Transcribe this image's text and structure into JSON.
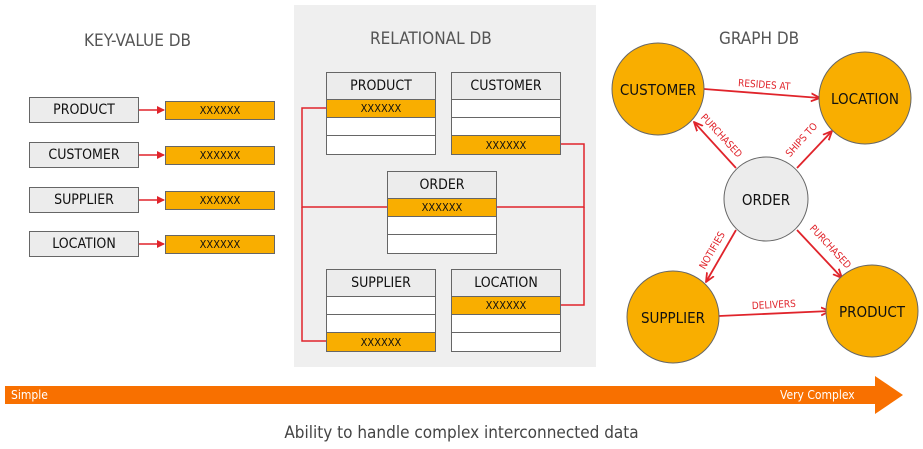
{
  "sections": {
    "key_value": {
      "title": "KEY-VALUE DB",
      "pairs": [
        {
          "key": "PRODUCT",
          "value": "XXXXXX"
        },
        {
          "key": "CUSTOMER",
          "value": "XXXXXX"
        },
        {
          "key": "SUPPLIER",
          "value": "XXXXXX"
        },
        {
          "key": "LOCATION",
          "value": "XXXXXX"
        }
      ]
    },
    "relational": {
      "title": "RELATIONAL DB",
      "tables": [
        {
          "name": "PRODUCT",
          "rows": [
            "XXXXXX",
            "",
            ""
          ],
          "highlight": 0
        },
        {
          "name": "CUSTOMER",
          "rows": [
            "",
            "",
            "XXXXXX"
          ],
          "highlight": 2
        },
        {
          "name": "ORDER",
          "rows": [
            "XXXXXX",
            "",
            ""
          ],
          "highlight": 0
        },
        {
          "name": "SUPPLIER",
          "rows": [
            "",
            "",
            "XXXXXX"
          ],
          "highlight": 2
        },
        {
          "name": "LOCATION",
          "rows": [
            "XXXXXX",
            "",
            ""
          ],
          "highlight": 0
        }
      ]
    },
    "graph": {
      "title": "GRAPH DB",
      "nodes": {
        "customer": "CUSTOMER",
        "location": "LOCATION",
        "order": "ORDER",
        "supplier": "SUPPLIER",
        "product": "PRODUCT"
      },
      "edges": {
        "resides_at": "RESIDES AT",
        "purchased_customer": "PURCHASED",
        "ships_to": "SHIPS TO",
        "notifies": "NOTIFIES",
        "purchased_product": "PURCHASED",
        "delivers": "DELIVERS"
      }
    }
  },
  "scale": {
    "left_label": "Simple",
    "right_label": "Very Complex",
    "caption": "Ability to handle complex interconnected data"
  },
  "colors": {
    "accent_orange": "#f87000",
    "node_fill": "#f9ae00",
    "link_red": "#e0242b",
    "panel_gray": "#efefef"
  }
}
